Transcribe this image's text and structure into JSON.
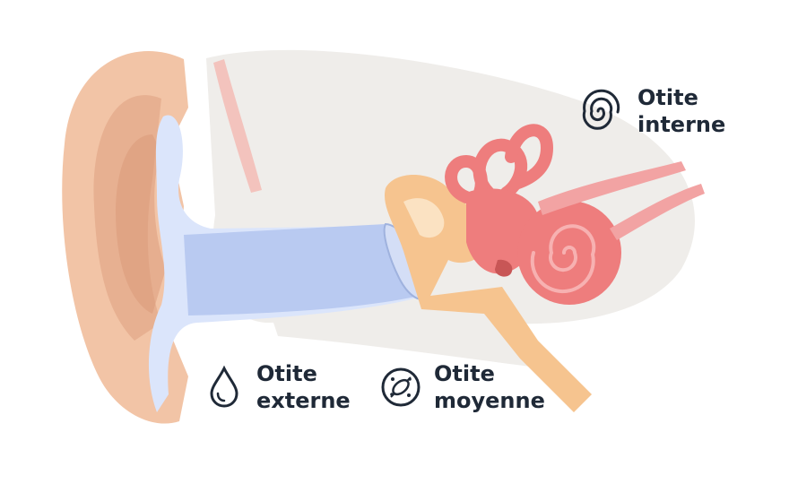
{
  "labels": {
    "interne": {
      "text": "Otite interne",
      "icon": "spiral-icon"
    },
    "externe": {
      "line1": "Otite",
      "line2": "externe",
      "icon": "droplet-icon"
    },
    "moyenne": {
      "line1": "Otite",
      "line2": "moyenne",
      "icon": "bacteria-icon"
    }
  },
  "colors": {
    "skin": "#f2c4a6",
    "skin_shadow": "#e3a98a",
    "canal": "#b9caf1",
    "canal_light": "#dbe5fb",
    "ossicles": "#f6c48f",
    "inner_ear": "#ee7d7d",
    "bone": "#eceae6",
    "text": "#1f2937"
  }
}
